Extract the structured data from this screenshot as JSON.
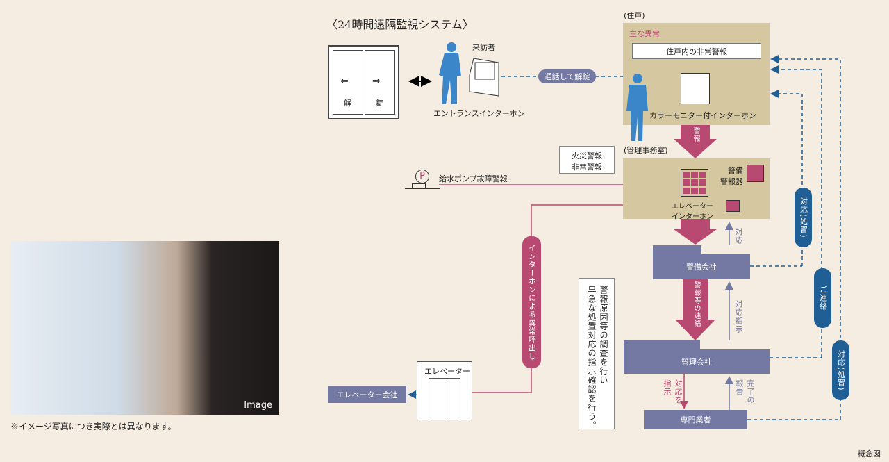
{
  "title": "〈24時間遠隔監視システム〉",
  "door": {
    "left": "解",
    "right": "錠"
  },
  "visitor": "来訪者",
  "entrance_intercom": "エントランスインターホン",
  "call_unlock": "通話して解錠",
  "dwelling": {
    "label": "(住戸)",
    "main_issue": "主な異常",
    "alarm": "住戸内の非常警報",
    "intercom": "カラーモニター付インターホン"
  },
  "alarm_arrow": "警報",
  "office": {
    "label": "(管理事務室)",
    "security_alarm": "警備\n警報器",
    "elevator_intercom": "エレベーター\nインターホン"
  },
  "fire_callout": "火災警報\n非常警報",
  "pump_alarm": "給水ポンプ故障警報",
  "pump_icon": "P",
  "intercom_call": "インターホンによる異常呼出し",
  "elevator": "エレベーター",
  "elevator_company": "エレベーター会社",
  "security_company": "警備会社",
  "response": "対応",
  "alarm_contact": "警報等の連絡",
  "response_instruction": "対応指示",
  "management_company": "管理会社",
  "investigation_callout": "警報原因等の調査を行い\n早急な処置対応の指示確認を行う。",
  "instruct_response": "対応を\n指示",
  "completion_report": "完了の\n報告",
  "contractor": "専門業者",
  "pill_response_1": "対応(処置)",
  "pill_contact": "ご連絡",
  "pill_response_2": "対応(処置)",
  "photo_label": "Image",
  "photo_caption": "※イメージ写真につき実際とは異なります。",
  "concept": "概念図",
  "colors": {
    "background": "#f5ede1",
    "tan": "#d5c8a0",
    "pink": "#b84a72",
    "purple": "#7379a3",
    "blue": "#1f5f96",
    "figure": "#3a86c8"
  }
}
